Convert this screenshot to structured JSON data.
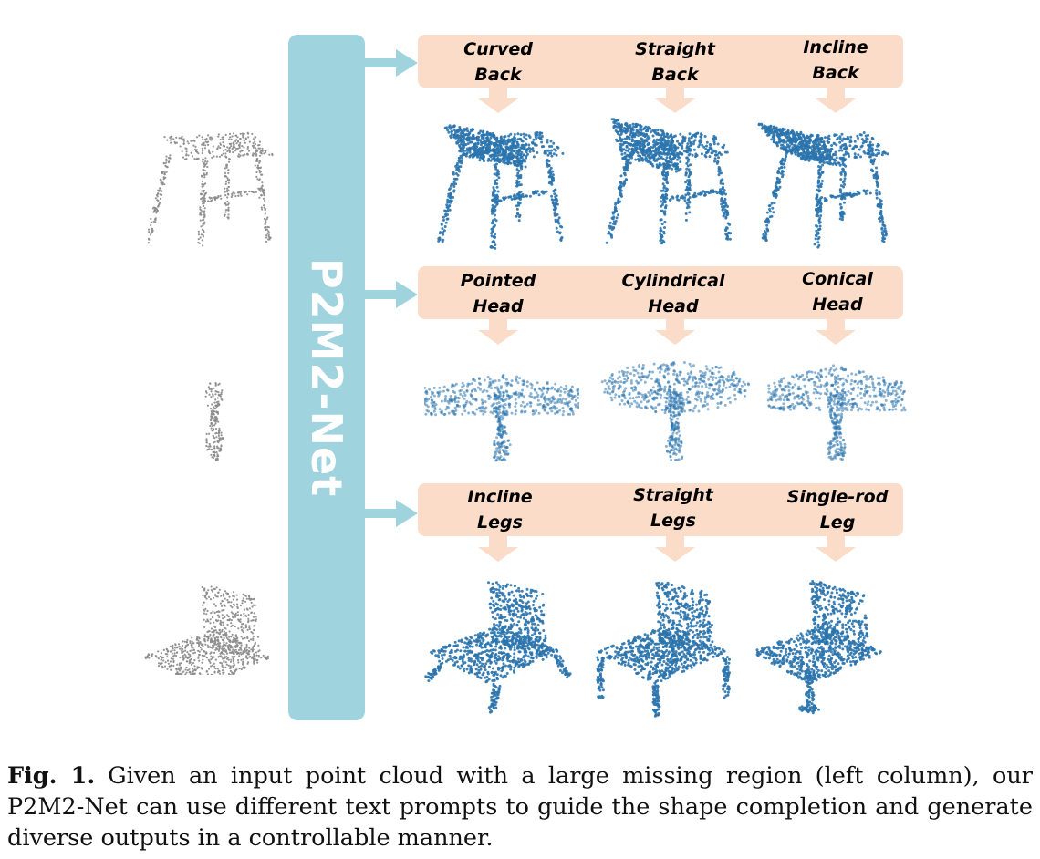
{
  "figure": {
    "network_label": "P2M2-Net",
    "rows": [
      {
        "prompts": [
          {
            "line1": "Curved",
            "line2": "Back"
          },
          {
            "line1": "Straight",
            "line2": "Back"
          },
          {
            "line1": "Incline",
            "line2": "Back"
          }
        ]
      },
      {
        "prompts": [
          {
            "line1": "Pointed",
            "line2": "Head"
          },
          {
            "line1": "Cylindrical",
            "line2": "Head"
          },
          {
            "line1": "Conical",
            "line2": "Head"
          }
        ]
      },
      {
        "prompts": [
          {
            "line1": "Incline",
            "line2": "Legs"
          },
          {
            "line1": "Straight",
            "line2": "Legs"
          },
          {
            "line1": "Single-rod",
            "line2": "Leg"
          }
        ]
      }
    ],
    "colors": {
      "network_bar": "#9fd3de",
      "prompt_box": "#fbdcc9",
      "output_points": "#2b74ad",
      "input_points": "#8a8a8a"
    }
  },
  "caption": {
    "label": "Fig. 1.",
    "text": "Given an input point cloud with a large missing region (left column), our P2M2-Net can use different text prompts to guide the shape completion and generate diverse outputs in a controllable manner."
  }
}
